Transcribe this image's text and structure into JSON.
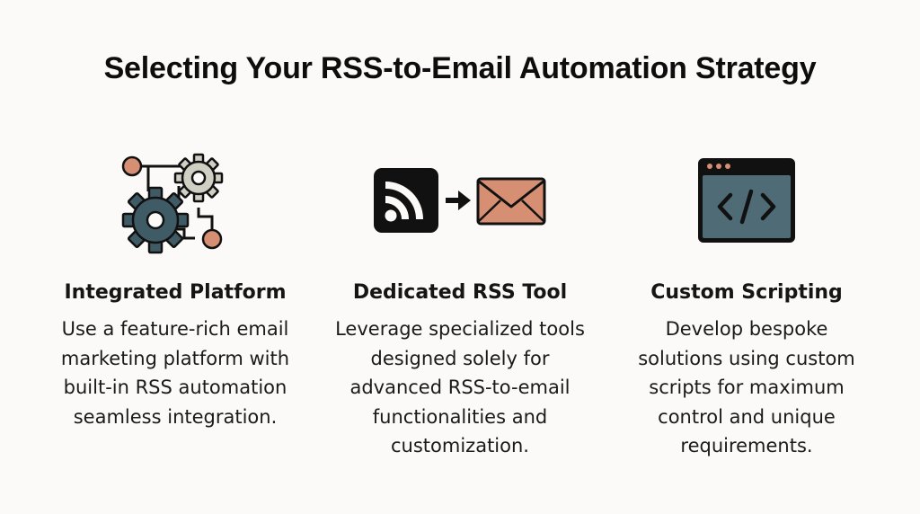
{
  "title": "Selecting Your RSS-to-Email Automation Strategy",
  "colors": {
    "background": "#fbfaf8",
    "gear_dark": "#3f5b65",
    "gear_light": "#cfcfc4",
    "accent_terracotta": "#d68f73",
    "outline": "#111111"
  },
  "columns": [
    {
      "icon": "gears-network-icon",
      "heading": "Integrated Platform",
      "description": "Use a feature-rich email marketing platform with built-in RSS automation seamless integration."
    },
    {
      "icon": "rss-to-email-icon",
      "heading": "Dedicated RSS Tool",
      "description": "Leverage specialized tools designed solely for advanced RSS-to-email functionalities and customization."
    },
    {
      "icon": "code-window-icon",
      "heading": "Custom Scripting",
      "description": "Develop bespoke solutions using custom scripts for maximum control and unique requirements."
    }
  ]
}
